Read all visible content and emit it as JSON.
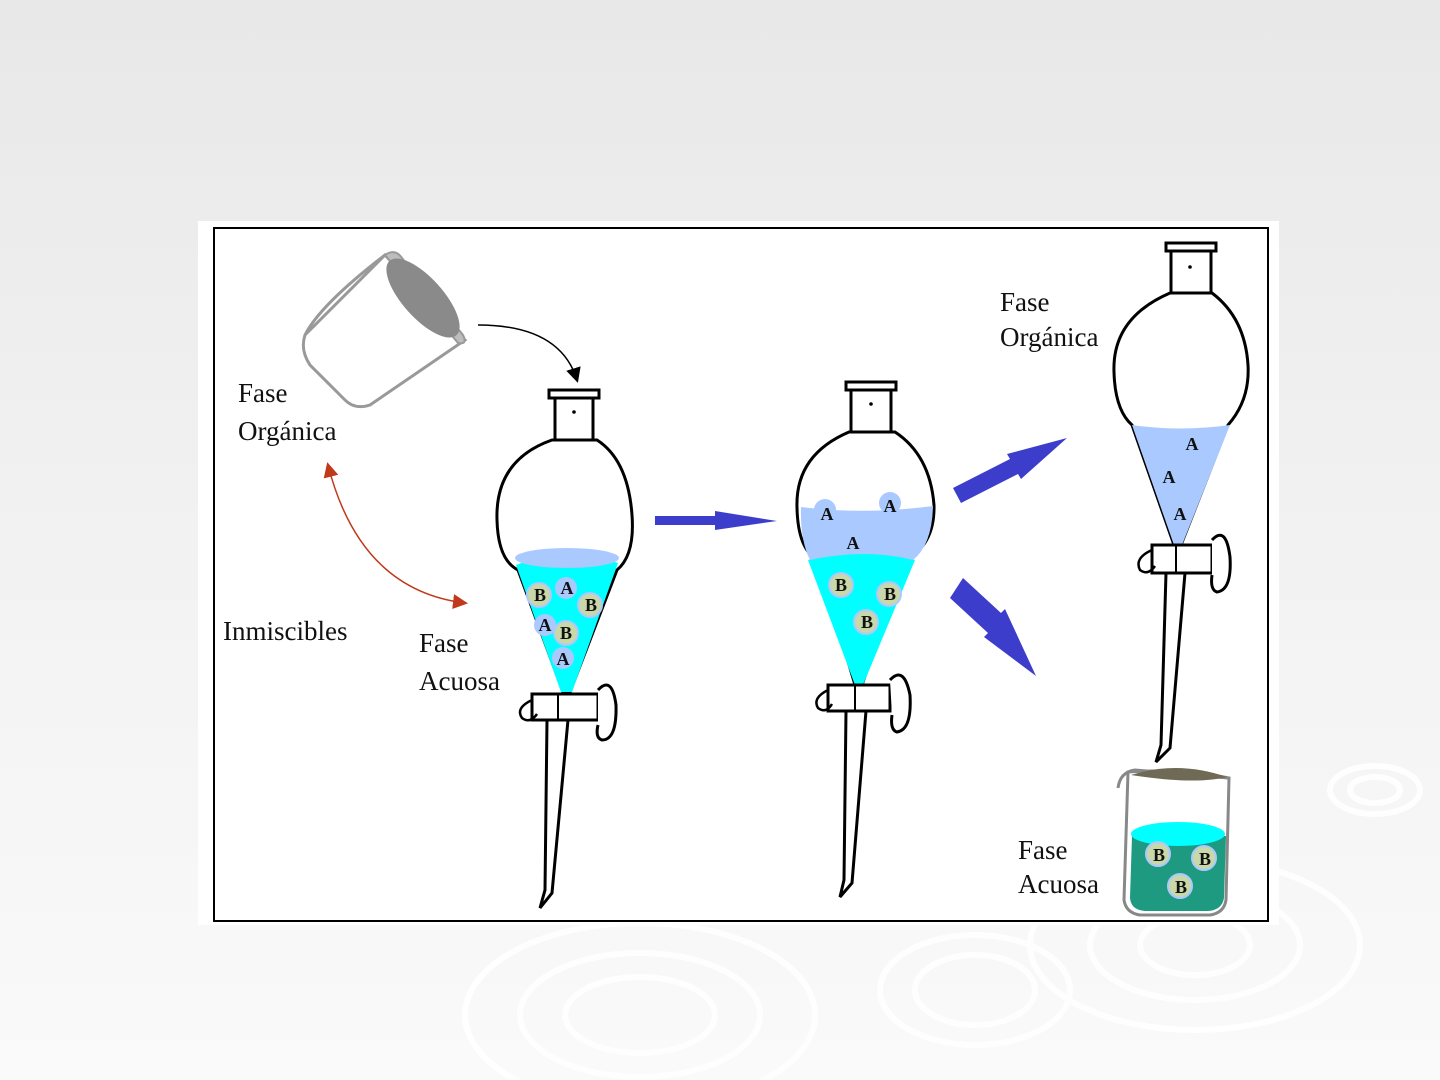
{
  "labels": {
    "fase_organica_1": "Fase",
    "fase_organica_2": "Orgánica",
    "fase_acuosa_1": "Fase",
    "fase_acuosa_2": "Acuosa",
    "inmiscibles": "Inmiscibles"
  },
  "molecules": {
    "a": "A",
    "b": "B"
  },
  "colors": {
    "aqueous": "#00ffff",
    "organic": "#a9c9ff",
    "beaker_liquid": "#1e9a80",
    "blue_arrow": "#3d3dcc",
    "red_arrow": "#c0391b",
    "molecule_b_fill": "#c8d8a8"
  }
}
